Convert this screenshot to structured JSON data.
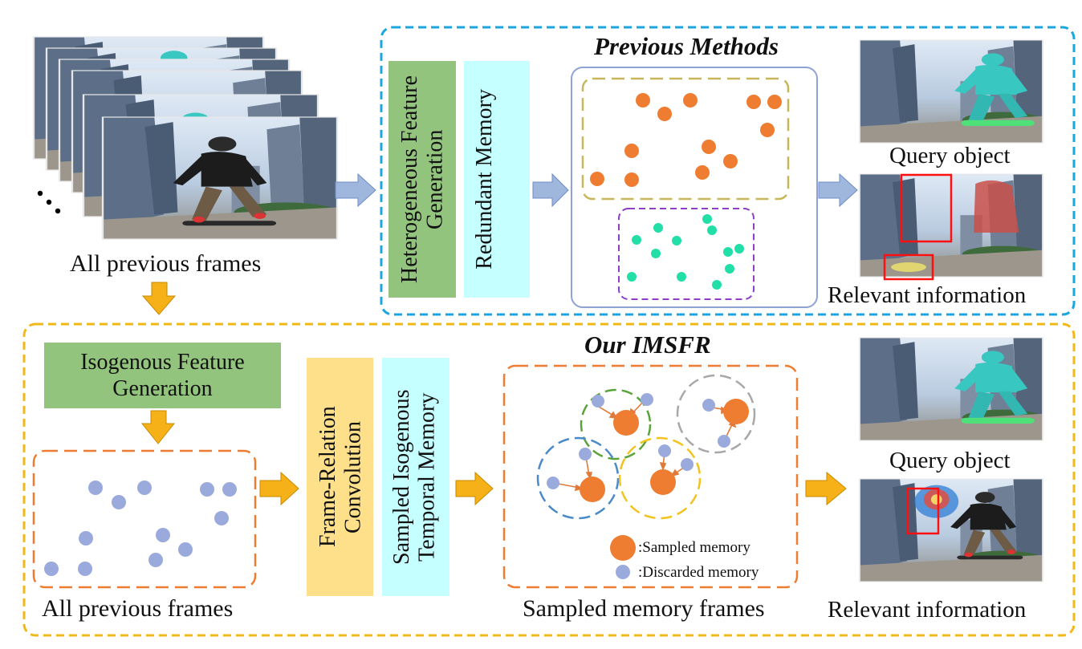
{
  "ellipsis": "⋰",
  "top": {
    "frames_caption": "All previous frames",
    "section_title": "Previous Methods",
    "hetero_block": "Heterogeneous Feature Generation",
    "redundant_block": "Redundant Memory",
    "query_caption": "Query object",
    "relevant_caption": "Relevant information"
  },
  "bottom": {
    "section_title": "Our IMSFR",
    "iso_block": "Isogenous Feature Generation",
    "frames_caption": "All previous frames",
    "frc_block": "Frame-Relation Convolution",
    "sampled_block": "Sampled Isogenous Temporal Memory",
    "sampled_caption": "Sampled memory frames",
    "legend_sampled": ":Sampled memory",
    "legend_discarded": ":Discarded memory",
    "query_caption": "Query object",
    "relevant_caption": "Relevant information"
  },
  "colors": {
    "top_border": "#1ca6e0",
    "bottom_border": "#f1b81a",
    "hetero_fill": "#93c47d",
    "redundant_fill": "#c6ffff",
    "iso_fill": "#93c47d",
    "frc_fill": "#ffe08a",
    "sampled_fill": "#c6ffff",
    "orange_dot": "#ee7d31",
    "teal_dot": "#22dfa8",
    "blue_dot": "#9aaadd",
    "arrow_blue": "#9fb6dd",
    "arrow_orange": "#f5b117"
  }
}
